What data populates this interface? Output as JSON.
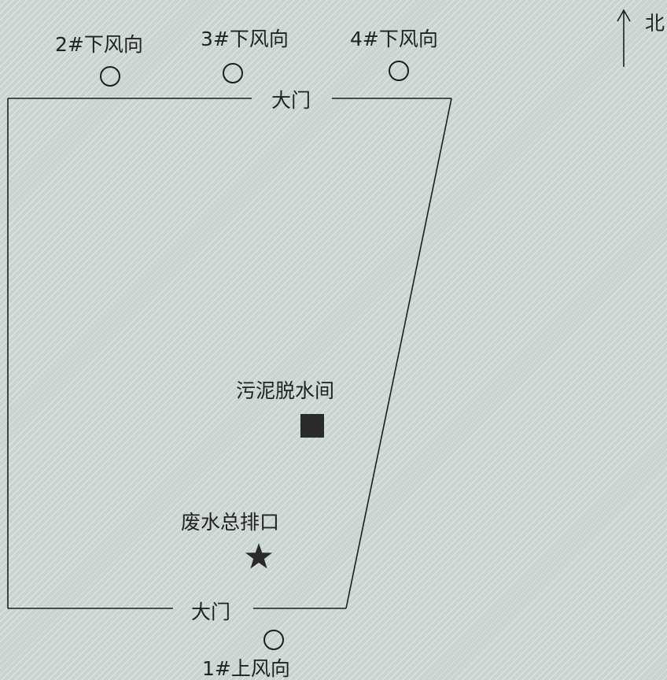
{
  "north": {
    "label": "北"
  },
  "gates": {
    "north_label": "大门",
    "south_label": "大门"
  },
  "monitoring_points": [
    {
      "id": "downwind-2",
      "label": "2#下风向"
    },
    {
      "id": "downwind-3",
      "label": "3#下风向"
    },
    {
      "id": "downwind-4",
      "label": "4#下风向"
    },
    {
      "id": "upwind-1",
      "label": "1#上风向"
    }
  ],
  "facilities": {
    "sludge_room": {
      "label": "污泥脱水间",
      "marker": "filled-square"
    },
    "wastewater_outlet": {
      "label": "废水总排口",
      "marker": "star"
    }
  },
  "colors": {
    "line": "#1e1e1e",
    "background": "#c9d3cf"
  }
}
